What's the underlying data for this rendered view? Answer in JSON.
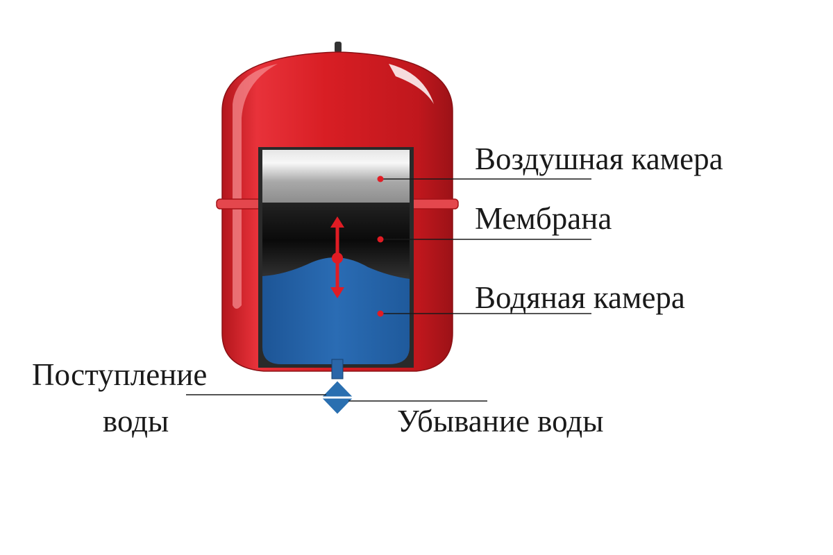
{
  "labels": {
    "air_chamber": "Воздушная камера",
    "membrane": "Мембрана",
    "water_chamber": "Водяная камера",
    "water_inflow_line1": "Поступление",
    "water_inflow_line2": "воды",
    "water_outflow": "Убывание воды"
  },
  "colors": {
    "tank_red": "#d81e24",
    "tank_dark_red": "#a8141a",
    "air_gray": "#b8b8b8",
    "membrane_black": "#111111",
    "water_blue": "#2463a8",
    "marker_red": "#e01c24",
    "valve_blue": "#2a6fb0"
  }
}
